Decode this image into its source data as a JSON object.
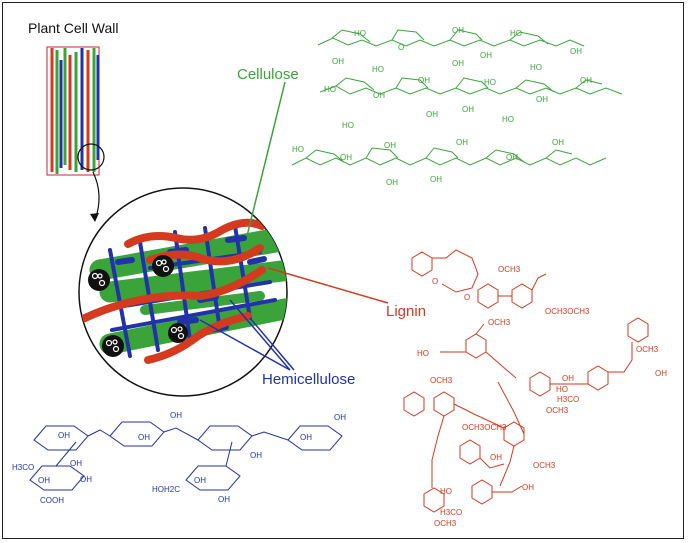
{
  "title": "Plant Cell Wall",
  "labels": {
    "cellulose": "Cellulose",
    "lignin": "Lignin",
    "hemicellulose": "Hemicellulose"
  },
  "colors": {
    "cellulose": "#3aa43a",
    "lignin": "#d33a1e",
    "hemicellulose": "#2233aa",
    "outline": "#111111"
  },
  "cellulose_atoms": [
    "HO",
    "OH",
    "O",
    "OH",
    "HO",
    "OH",
    "OH",
    "HO",
    "HO",
    "OH",
    "HO",
    "OH",
    "OH",
    "HO",
    "OH",
    "OH",
    "HO",
    "OH",
    "OH",
    "HO",
    "HO",
    "OH",
    "OH",
    "OH",
    "OH",
    "OH",
    "OH",
    "OH"
  ],
  "lignin_atoms": [
    "O",
    "O",
    "OCH3",
    "OCH3OCH3",
    "OCH3",
    "HO",
    "OCH3",
    "OCH3",
    "OH",
    "HO",
    "H3CO",
    "OCH3",
    "OCH3OCH3",
    "OH",
    "OCH3",
    "OH",
    "HO",
    "OH",
    "H3CO",
    "OCH3"
  ],
  "hemicellulose_atoms": [
    "OH",
    "OH",
    "OH",
    "OH",
    "OH",
    "OH",
    "OH",
    "H3CO",
    "OH",
    "OH",
    "HOH2C",
    "OH",
    "COOH",
    "OH"
  ]
}
